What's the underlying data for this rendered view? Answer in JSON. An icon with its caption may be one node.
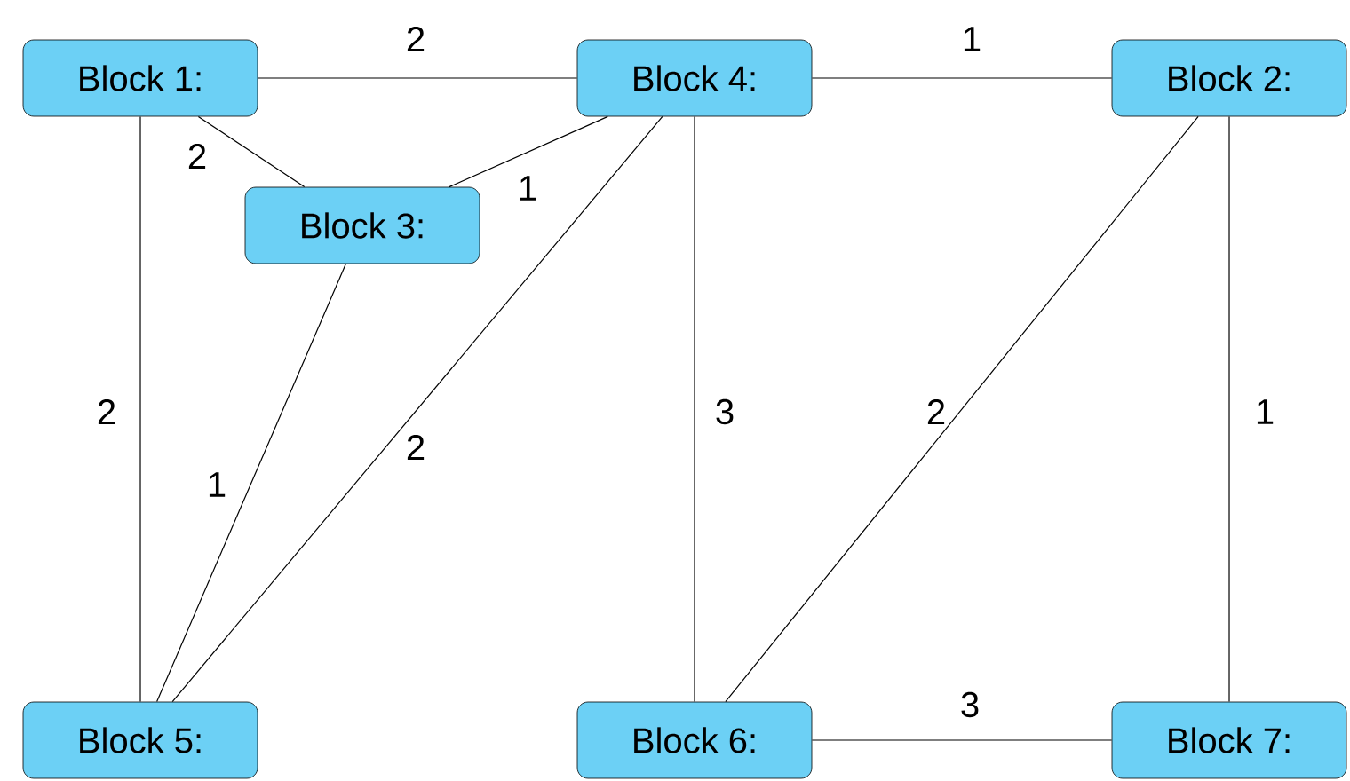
{
  "diagram": {
    "nodes": [
      {
        "text": [
          "Block 1:"
        ]
      },
      {
        "text": [
          "Block 4:"
        ]
      },
      {
        "text": [
          "Block 2:"
        ]
      },
      {
        "text": [
          "Block 3:"
        ]
      },
      {
        "text": [
          "Block 5:"
        ]
      },
      {
        "text": [
          "Block 6:"
        ]
      },
      {
        "text": [
          "Block 7:"
        ]
      }
    ],
    "edges": [
      {
        "from": 0,
        "to": 1,
        "arrow": "none",
        "label": "2"
      },
      {
        "from": 1,
        "to": 2,
        "arrow": "none",
        "label": "1"
      },
      {
        "from": 0,
        "to": 3,
        "arrow": "none",
        "label": "2"
      },
      {
        "from": 3,
        "to": 1,
        "arrow": "none",
        "label": "1"
      },
      {
        "from": 0,
        "to": 4,
        "arrow": "none",
        "label": "2"
      },
      {
        "from": 3,
        "to": 4,
        "arrow": "none",
        "label": "1"
      },
      {
        "from": 1,
        "to": 4,
        "arrow": "none",
        "label": "2"
      },
      {
        "from": 1,
        "to": 5,
        "arrow": "none",
        "label": "3"
      },
      {
        "from": 2,
        "to": 5,
        "arrow": "none",
        "label": "2"
      },
      {
        "from": 2,
        "to": 6,
        "arrow": "none",
        "label": "1"
      },
      {
        "from": 5,
        "to": 6,
        "arrow": "none",
        "label": "3"
      }
    ]
  }
}
